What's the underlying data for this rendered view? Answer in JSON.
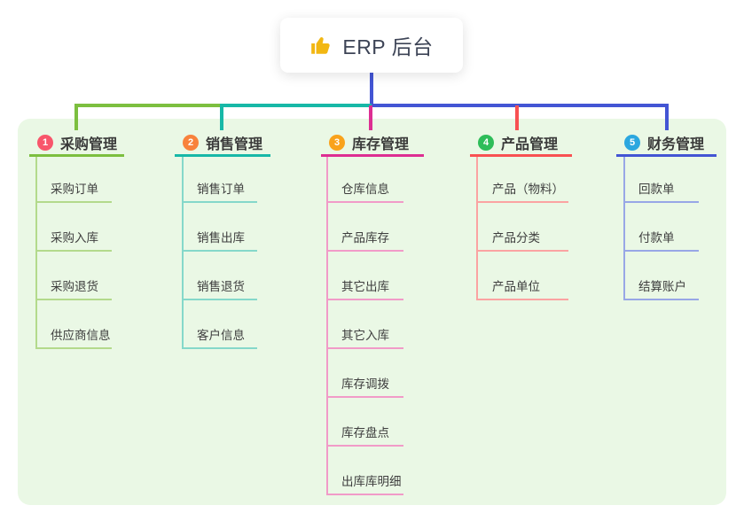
{
  "root": {
    "label": "ERP 后台",
    "icon": "thumbs-up-icon"
  },
  "colors": {
    "panel_bg": "#eaf8e5",
    "trunk": "#4355d4",
    "thumb": "#f2b712"
  },
  "branches": [
    {
      "badge": "1",
      "label": "采购管理",
      "badge_color": "#f8566b",
      "line_color": "#7cbf3f",
      "child_line_color": "#b3da8c",
      "children": [
        "采购订单",
        "采购入库",
        "采购退货",
        "供应商信息"
      ]
    },
    {
      "badge": "2",
      "label": "销售管理",
      "badge_color": "#f8823c",
      "line_color": "#17b8a7",
      "child_line_color": "#85d8ca",
      "children": [
        "销售订单",
        "销售出库",
        "销售退货",
        "客户信息"
      ]
    },
    {
      "badge": "3",
      "label": "库存管理",
      "badge_color": "#f9a21b",
      "line_color": "#dd2e92",
      "child_line_color": "#f19bc8",
      "children": [
        "仓库信息",
        "产品库存",
        "其它出库",
        "其它入库",
        "库存调拨",
        "库存盘点",
        "出库库明细"
      ]
    },
    {
      "badge": "4",
      "label": "产品管理",
      "badge_color": "#2ebd59",
      "line_color": "#f85152",
      "child_line_color": "#fba3a2",
      "children": [
        "产品（物料）",
        "产品分类",
        "产品单位"
      ]
    },
    {
      "badge": "5",
      "label": "财务管理",
      "badge_color": "#2ba7df",
      "line_color": "#4355d4",
      "child_line_color": "#98a7e6",
      "children": [
        "回款单",
        "付款单",
        "结算账户"
      ]
    }
  ]
}
